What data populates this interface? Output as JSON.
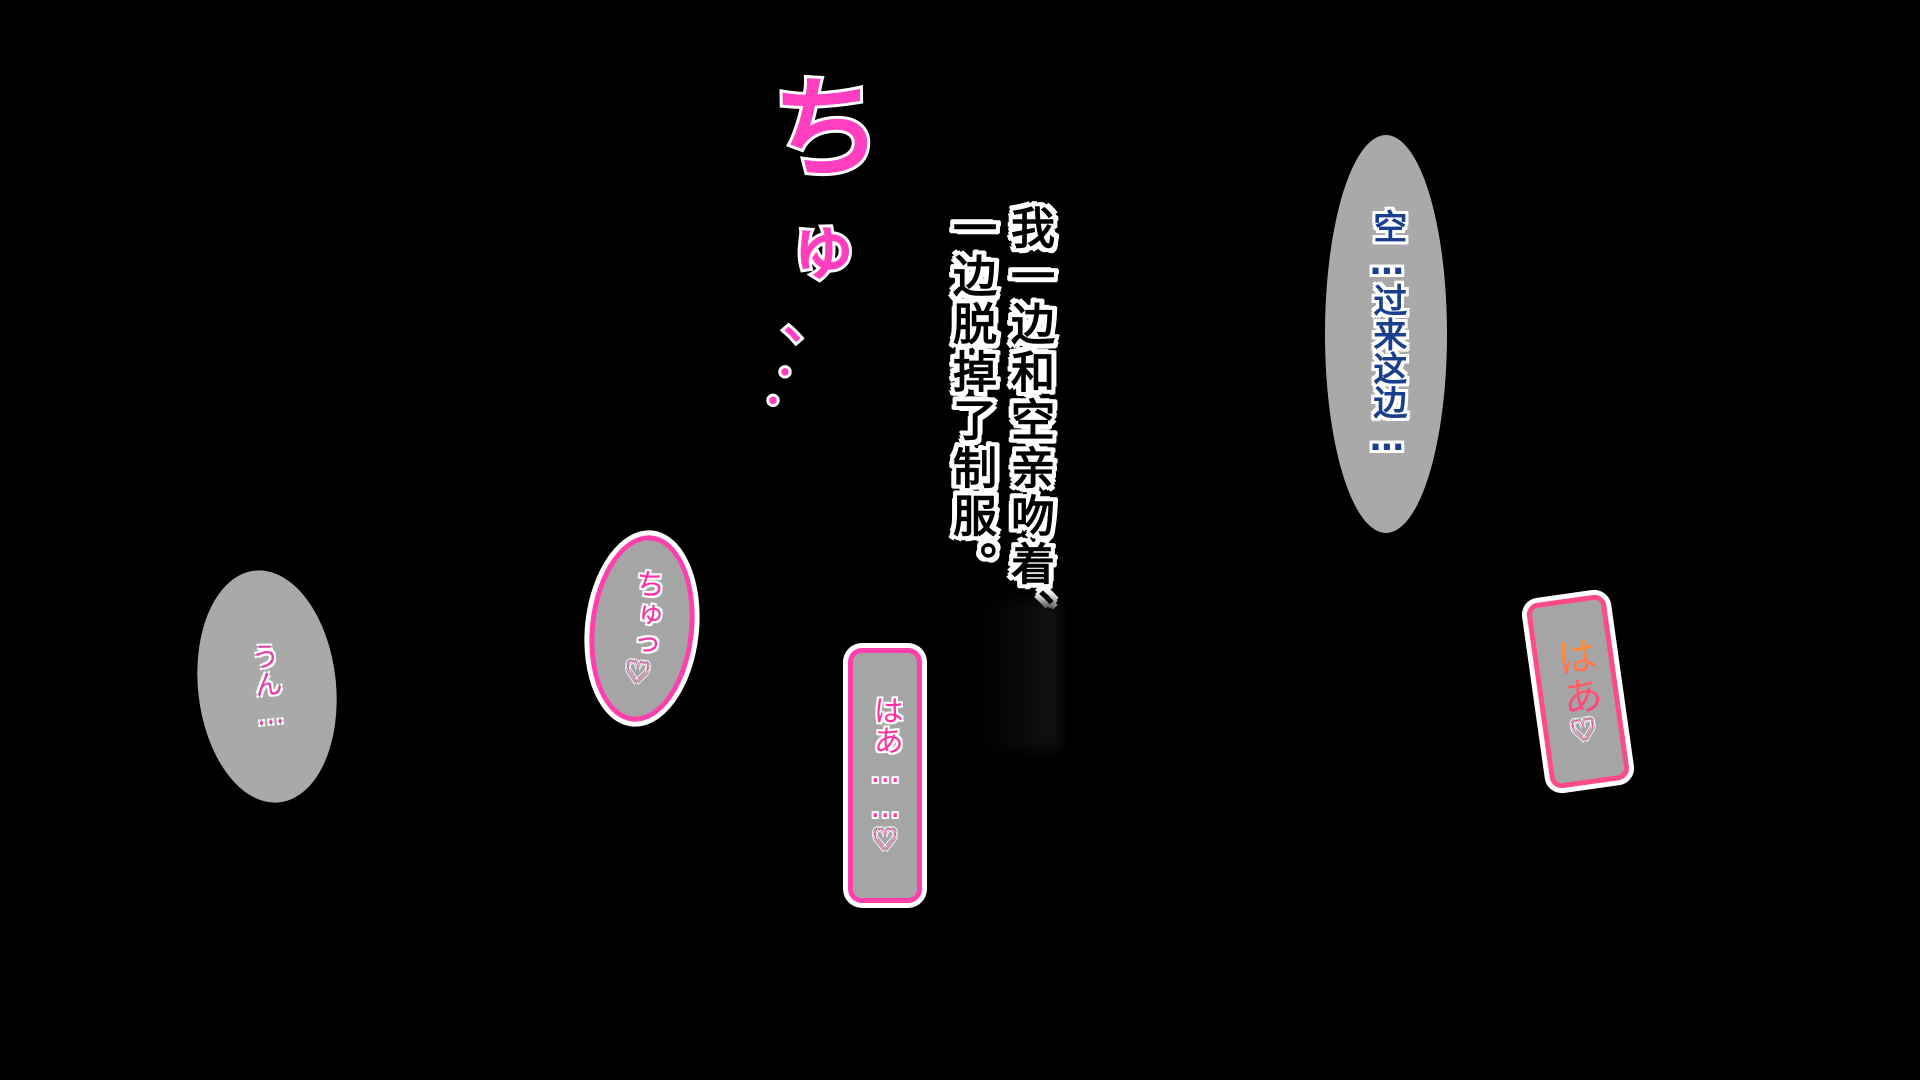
{
  "scene": {
    "background": "#000000"
  },
  "sfx_big": {
    "text": "ちゅ、・・・",
    "color": "#ff3fc0"
  },
  "narration": {
    "lines": [
      "我一边和空亲吻着、",
      "一边脱掉了制服。"
    ],
    "color": "#000000"
  },
  "bubbles": {
    "right": {
      "text": "空…过来这边…",
      "color": "#1a3f8c"
    },
    "left": {
      "text": "うん…",
      "color": "#e23fa8"
    },
    "chu": {
      "text": "ちゅっ",
      "heart": "♡",
      "color": "#ff2fa5"
    },
    "haa_center": {
      "text": "はあ……",
      "heart": "♡",
      "color": "#ff2fa5"
    },
    "haa_right": {
      "text": "はあ",
      "heart": "♡",
      "colors": [
        "#ff9a2a",
        "#ff3a8a"
      ]
    }
  }
}
